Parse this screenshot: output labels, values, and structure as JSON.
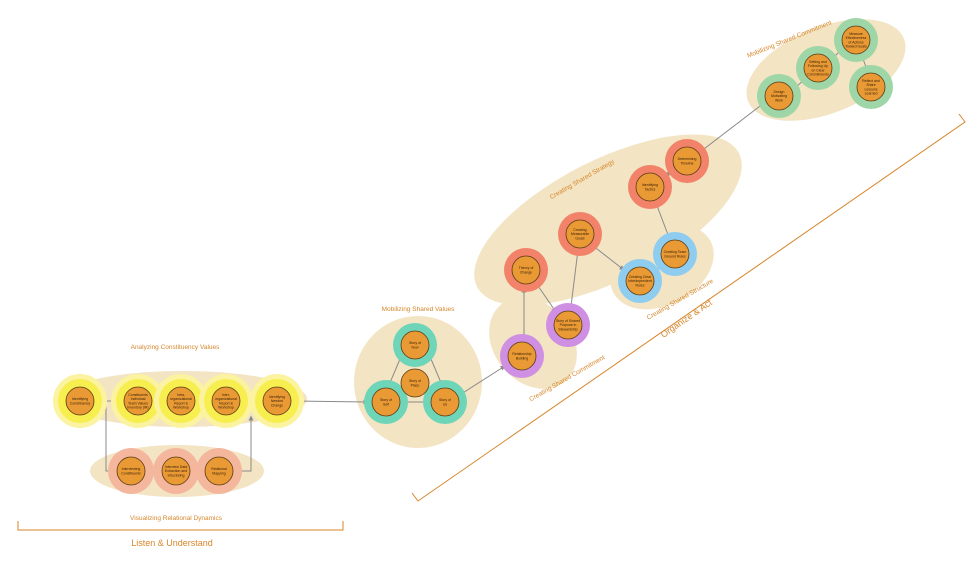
{
  "colors": {
    "group_bg": "#f3e4c3",
    "node_fill": "#e99a35",
    "node_stroke": "#5b3a14",
    "label_color": "#d6862a",
    "arrow": "#8a8a8a",
    "yellow_halo": "#f7ee4f",
    "yellow_glow": "#fbf3a0",
    "salmon_halo": "#f4b79e",
    "teal_halo": "#6fd5b8",
    "purple_halo": "#cf8fe3",
    "red_halo": "#f2836a",
    "blue_halo": "#8fcdf0",
    "green_halo": "#9fd6a7"
  },
  "groups": {
    "analyzing": "Analyzing Constituency Values",
    "relational": "Visualizing Relational Dynamics",
    "mobilizing_values": "Mobilizing Shared Values",
    "strategy": "Creating Shared Strategy",
    "commitment": "Creating Shared Commitment",
    "structure": "Creating Shared Structure",
    "mobilizing_commitment": "Mobilizing Shared Commitment"
  },
  "phases": {
    "listen": "Listen & Understand",
    "organize": "Organize & Act"
  },
  "nodes": {
    "n1": [
      "Identifying",
      "Constituency"
    ],
    "n2": [
      "Constituents",
      "Individual",
      "Team Values",
      "Inventory (IR)"
    ],
    "n3": [
      "Intra-",
      "organizational",
      "Report &",
      "Workshop"
    ],
    "n4": [
      "Inter-",
      "organizational",
      "Report &",
      "Workshop"
    ],
    "n5": [
      "Identifying",
      "Needed",
      "Change"
    ],
    "n6": [
      "Interviewing",
      "Constituents"
    ],
    "n7": [
      "Interview Data",
      "Extraction and",
      "Structuring"
    ],
    "n8": [
      "Relational",
      "Mapping"
    ],
    "n9": [
      "Story of",
      "Now"
    ],
    "n10": [
      "Story of",
      "Place"
    ],
    "n11": [
      "Story of",
      "Self"
    ],
    "n12": [
      "Story of",
      "Us"
    ],
    "n13": [
      "Relationship",
      "Building"
    ],
    "n14": [
      "Story of Shared",
      "Purpose in",
      "Stewardship"
    ],
    "n15": [
      "Theory of",
      "Change"
    ],
    "n16": [
      "Creating",
      "Measurable",
      "Goals"
    ],
    "n17": [
      "Creating Clear",
      "Interdependent",
      "Roles"
    ],
    "n18": [
      "Creating Team",
      "Ground Rules"
    ],
    "n19": [
      "Identifying",
      "Tactics"
    ],
    "n20": [
      "Determining",
      "Timeline"
    ],
    "n21": [
      "Design",
      "Motivating",
      "Work"
    ],
    "n22": [
      "Setting and",
      "Following Up",
      "on Clear",
      "Commitments"
    ],
    "n23": [
      "Measure",
      "Effectiveness",
      "of Actions",
      "Toward Goals"
    ],
    "n24": [
      "Reflect and",
      "Share",
      "Lessons",
      "Learned"
    ]
  }
}
